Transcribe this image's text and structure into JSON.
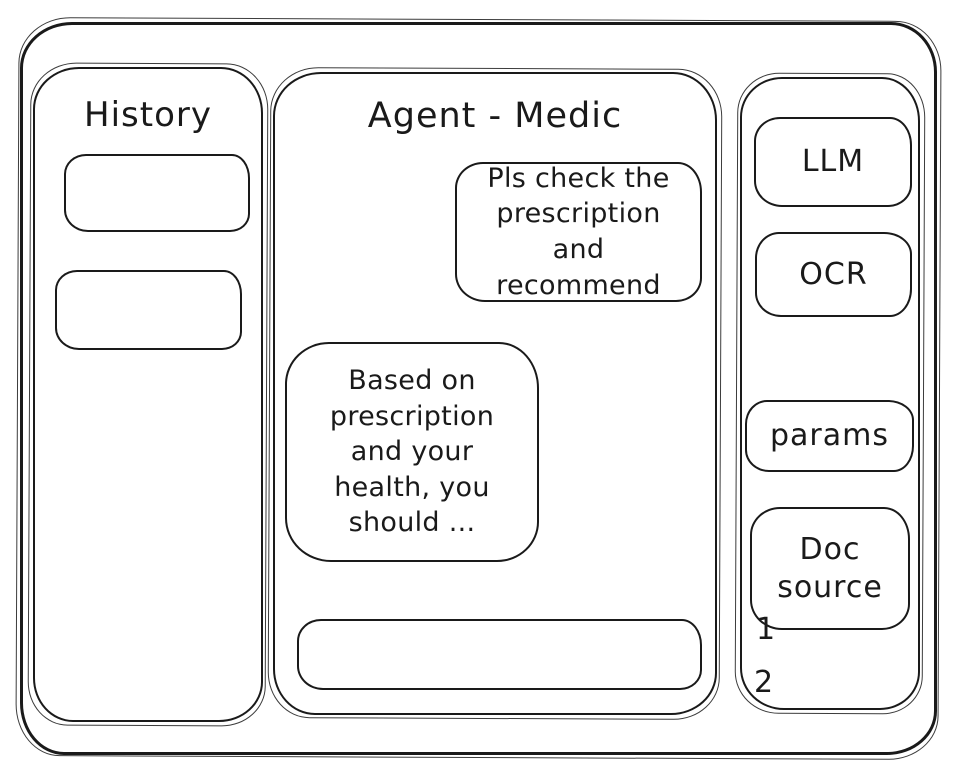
{
  "canvas": {
    "background": "#ffffff",
    "ink_color": "#1a1a1a",
    "style": "hand-drawn wireframe"
  },
  "history": {
    "title": "History",
    "items": [
      "",
      ""
    ]
  },
  "chat": {
    "title": "Agent - Medic",
    "messages": [
      {
        "role": "user",
        "align": "right",
        "text": "Pls check the prescription and recommend"
      },
      {
        "role": "agent",
        "align": "left",
        "text": "Based on prescription and your health, you should ..."
      }
    ],
    "input": {
      "value": "",
      "placeholder": ""
    }
  },
  "tools": {
    "llm_label": "LLM",
    "ocr_label": "OCR",
    "params_label": "params",
    "doc_source_label": "Doc source",
    "doc_items": [
      "1",
      "2"
    ]
  }
}
